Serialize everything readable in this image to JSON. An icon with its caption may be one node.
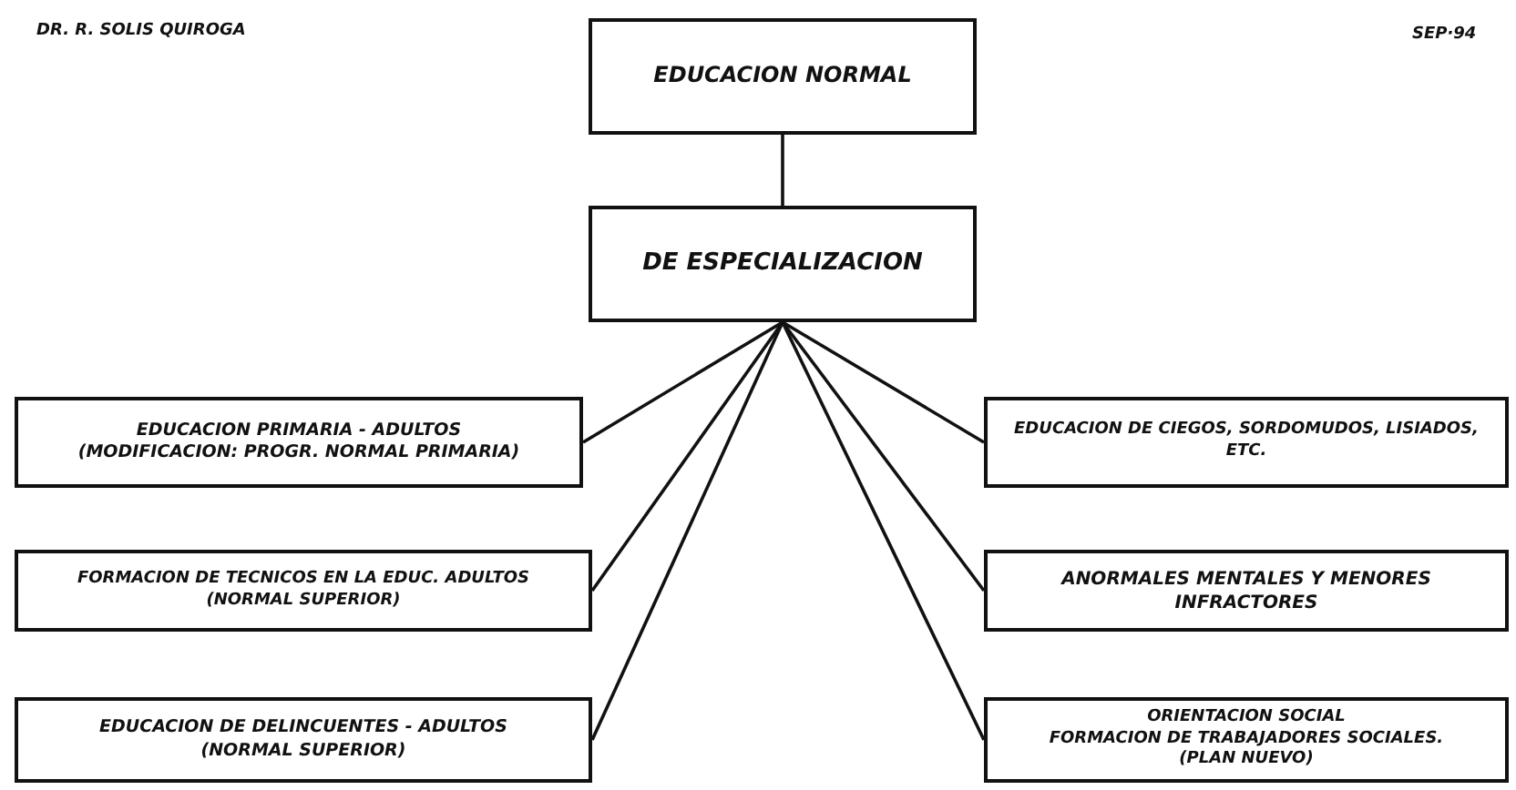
{
  "diagram": {
    "nodes": [
      {
        "text": [
          "EDUCACION NORMAL"
        ]
      },
      {
        "text": [
          "DE ESPECIALIZACION"
        ]
      },
      {
        "text": [
          "EDUCACION PRIMARIA - ADULTOS",
          "(MODIFICACION: PROGR. NORMAL PRIMARIA)"
        ]
      },
      {
        "text": [
          "EDUCACION DE CIEGOS, SORDOMUDOS, LISIADOS, ETC."
        ]
      },
      {
        "text": [
          "FORMACION DE TECNICOS EN LA EDUC. ADULTOS",
          "(NORMAL SUPERIOR)"
        ]
      },
      {
        "text": [
          "ANORMALES MENTALES Y MENORES INFRACTORES"
        ]
      },
      {
        "text": [
          "EDUCACION DE DELINCUENTES - ADULTOS",
          "(NORMAL SUPERIOR)"
        ]
      },
      {
        "text": [
          "ORIENTACION SOCIAL",
          "FORMACION DE TRABAJADORES SOCIALES.",
          "(PLAN NUEVO)"
        ]
      }
    ],
    "edges": [
      {
        "from": 0,
        "to": 1,
        "arrow": "none"
      },
      {
        "from": 1,
        "to": 2,
        "arrow": "none"
      },
      {
        "from": 1,
        "to": 3,
        "arrow": "none"
      },
      {
        "from": 1,
        "to": 4,
        "arrow": "none"
      },
      {
        "from": 1,
        "to": 5,
        "arrow": "none"
      },
      {
        "from": 1,
        "to": 6,
        "arrow": "none"
      },
      {
        "from": 1,
        "to": 7,
        "arrow": "none"
      }
    ],
    "labels": [
      "DR. R. SOLIS QUIROGA",
      "SEP·94"
    ]
  }
}
